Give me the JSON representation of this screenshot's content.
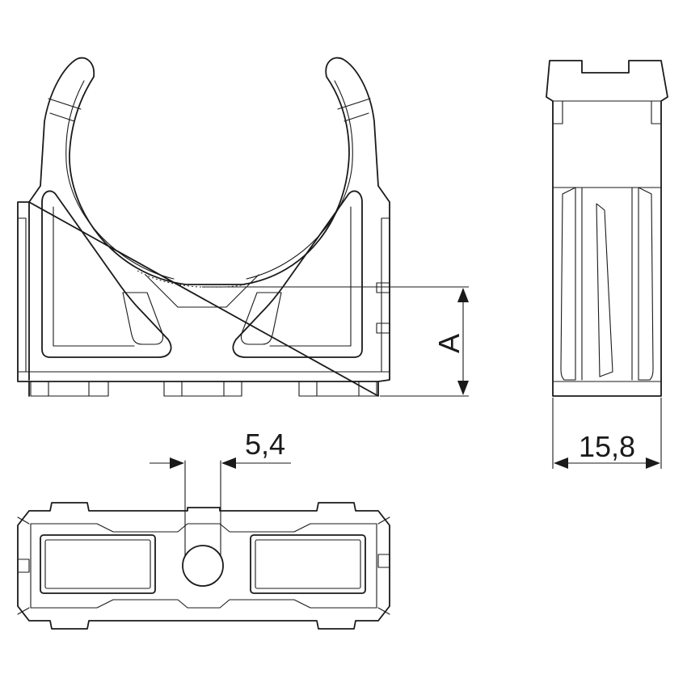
{
  "drawing": {
    "dimension_a_label": "A",
    "dimension_width_side_label": "15,8",
    "dimension_slot_label": "5,4",
    "line_color": "#1a1a1a",
    "background_color": "#ffffff"
  }
}
